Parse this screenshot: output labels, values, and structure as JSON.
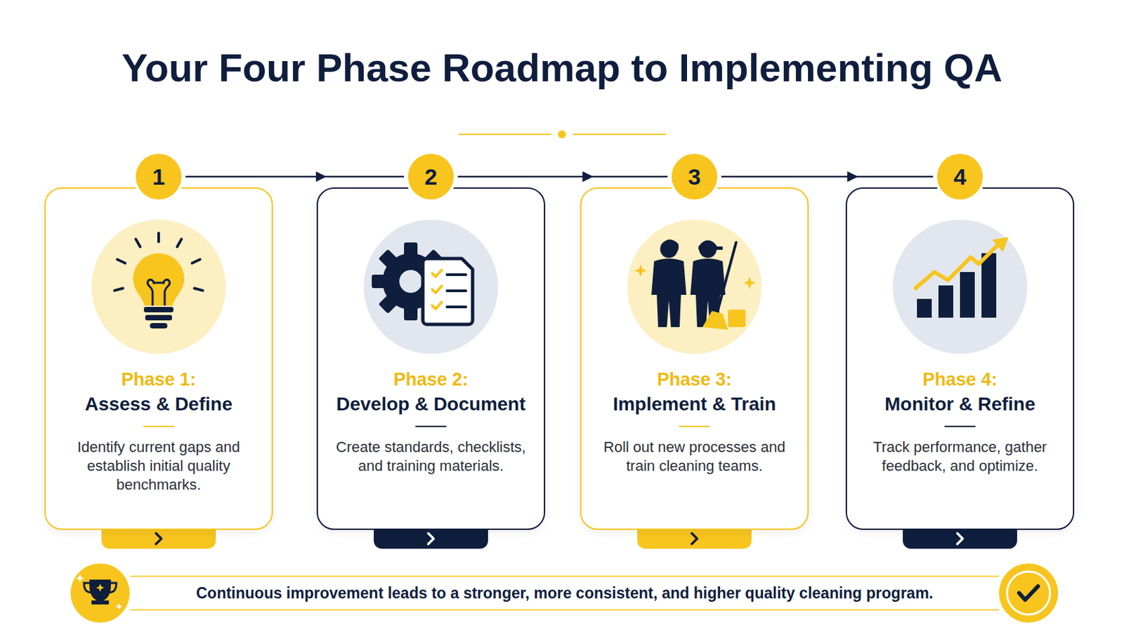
{
  "diagram": {
    "title": "Your Four Phase Roadmap to Implementing QA",
    "nodes": [
      {
        "text": [
          "1"
        ]
      },
      {
        "text": [
          "Phase 1:",
          "Assess & Define",
          "Identify current gaps and establish initial quality benchmarks."
        ]
      },
      {
        "text": [
          "2"
        ]
      },
      {
        "text": [
          "Phase 2:",
          "Develop & Document",
          "Create standards, checklists, and training materials."
        ]
      },
      {
        "text": [
          "3"
        ]
      },
      {
        "text": [
          "Phase 3:",
          "Implement & Train",
          "Roll out new processes and train cleaning teams."
        ]
      },
      {
        "text": [
          "4"
        ]
      },
      {
        "text": [
          "Phase 4:",
          "Monitor & Refine",
          "Track performance, gather feedback, and optimize."
        ]
      },
      {
        "text": [
          "Continuous improvement leads to a stronger, more consistent, and higher quality cleaning program."
        ]
      }
    ],
    "edges": [
      {
        "from": 0,
        "to": 2,
        "arrow": "to"
      },
      {
        "from": 2,
        "to": 4,
        "arrow": "to"
      },
      {
        "from": 4,
        "to": 6,
        "arrow": "to"
      }
    ]
  }
}
